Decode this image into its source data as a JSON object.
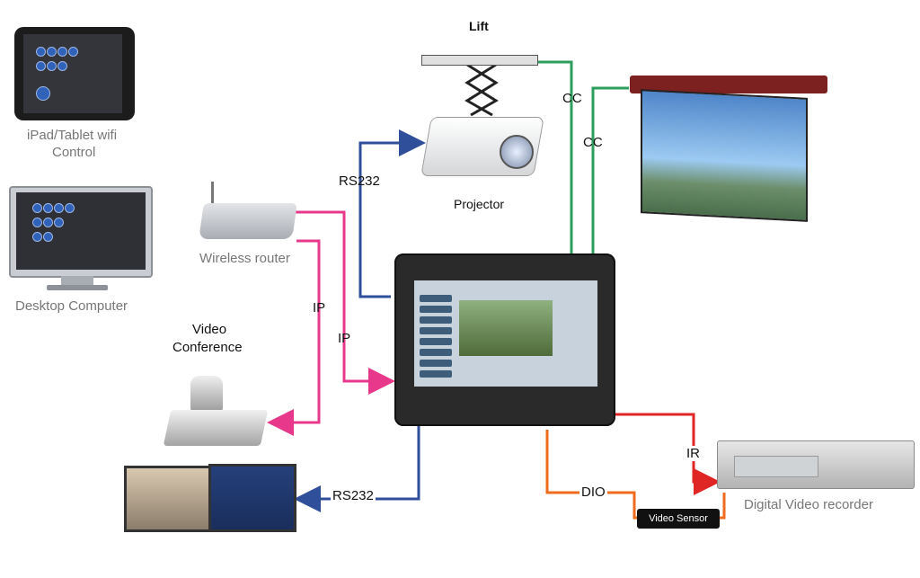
{
  "labels": {
    "lift": "Lift",
    "projector": "Projector",
    "ipad": "iPad/Tablet wifi",
    "ipad_line2": "Control",
    "desktop": "Desktop Computer",
    "router": "Wireless router",
    "video_conference": "Video",
    "video_conference_line2": "Conference",
    "dvr": "Digital Video recorder",
    "video_sensor": "Video Sensor"
  },
  "connections": {
    "cc_lift": "CC",
    "cc_screen": "CC",
    "rs232_projector": "RS232",
    "ip_router": "IP",
    "ip_vc": "IP",
    "rs232_displays": "RS232",
    "ir": "IR",
    "dio": "DIO"
  },
  "colors": {
    "cc": "#2e9e5e",
    "rs232": "#2f4f9b",
    "ip": "#e8388b",
    "ir": "#e02525",
    "dio": "#ef6b1d"
  },
  "icons": [
    "tablet-icon",
    "desktop-monitor-icon",
    "router-icon",
    "projector-icon",
    "lift-icon",
    "projection-screen-icon",
    "touch-panel-icon",
    "video-camera-icon",
    "codec-icon",
    "display-icon",
    "dvr-icon",
    "video-sensor-icon"
  ]
}
